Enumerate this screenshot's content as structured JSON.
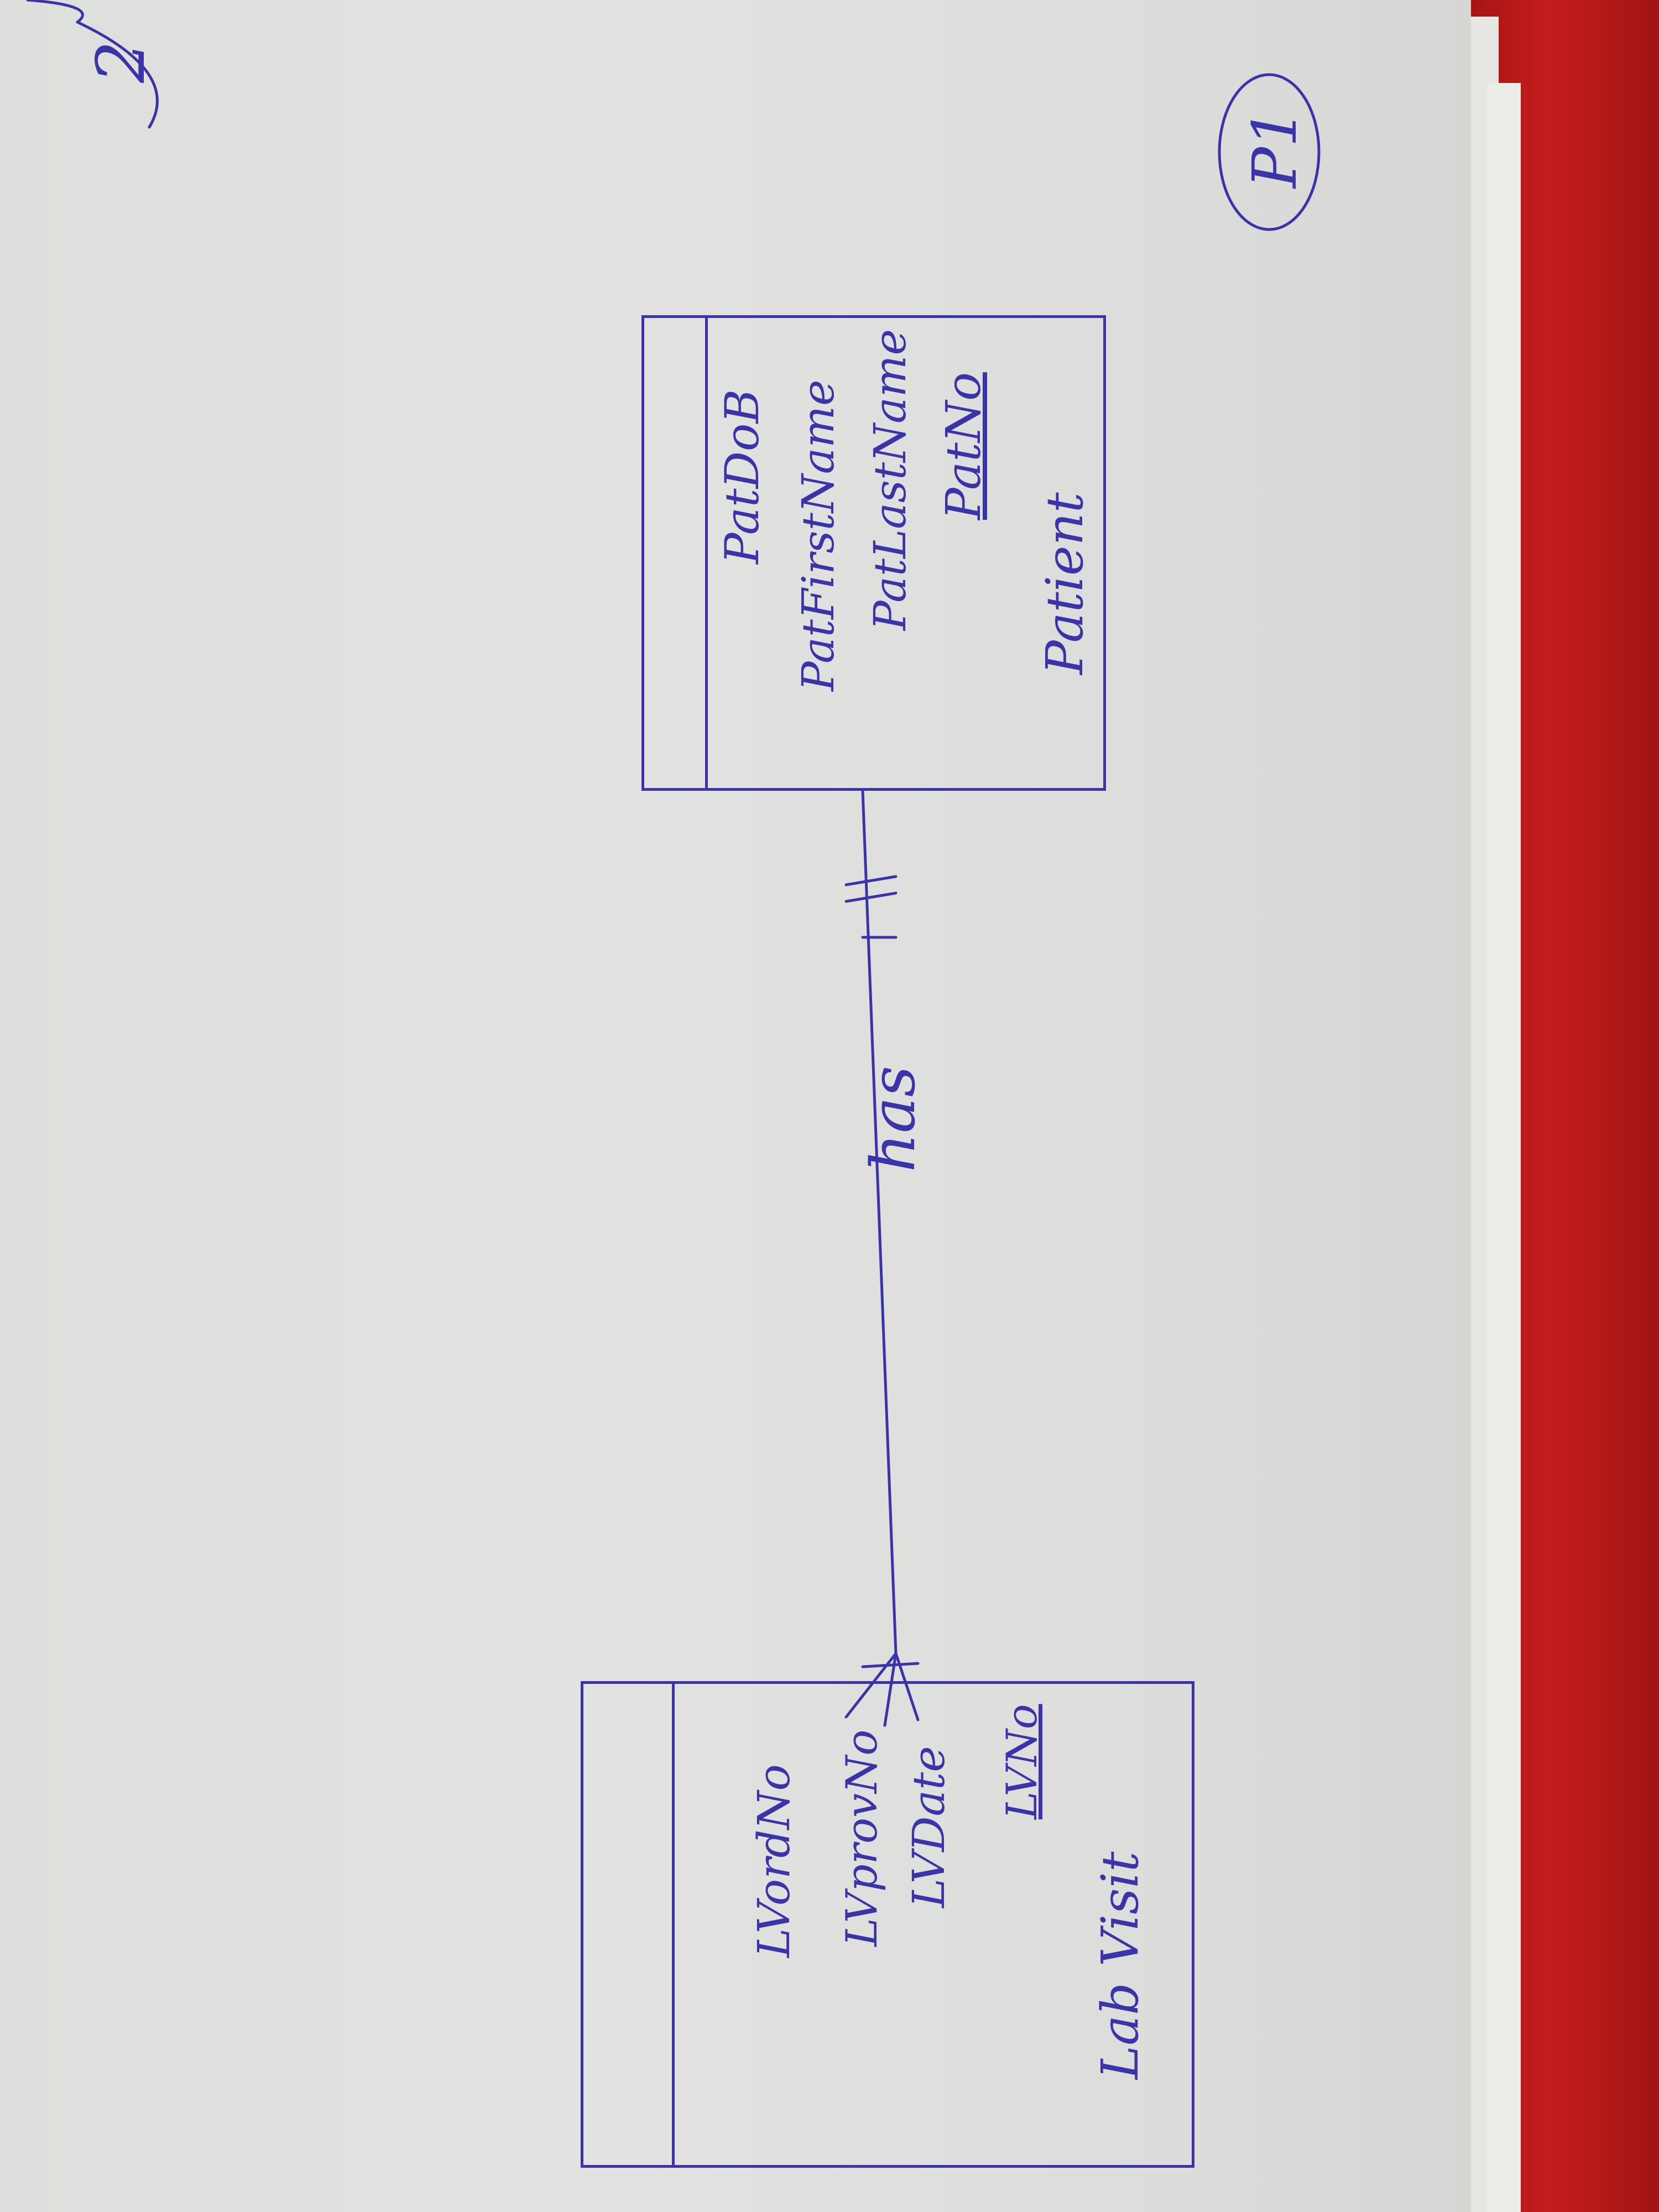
{
  "page_marks": {
    "page_label": "P1",
    "corner_number": "2"
  },
  "entities": [
    {
      "name": "Patient",
      "attributes": [
        "PatNo",
        "PatLastName",
        "PatFirstName",
        "PatDoB"
      ],
      "primary_key": "PatNo"
    },
    {
      "name": "Lab Visit",
      "attributes": [
        "LVNo",
        "LVDate",
        "LVprovNo",
        "LVordNo"
      ],
      "primary_key": "LVNo"
    }
  ],
  "relationship": {
    "label": "has",
    "from": "Patient",
    "to": "Lab Visit",
    "from_cardinality": "exactly one",
    "to_cardinality": "one or many"
  },
  "colors": {
    "ink": "#3b34a8",
    "paper": "#dedfdc",
    "background_cloth": "#b51a1a"
  }
}
